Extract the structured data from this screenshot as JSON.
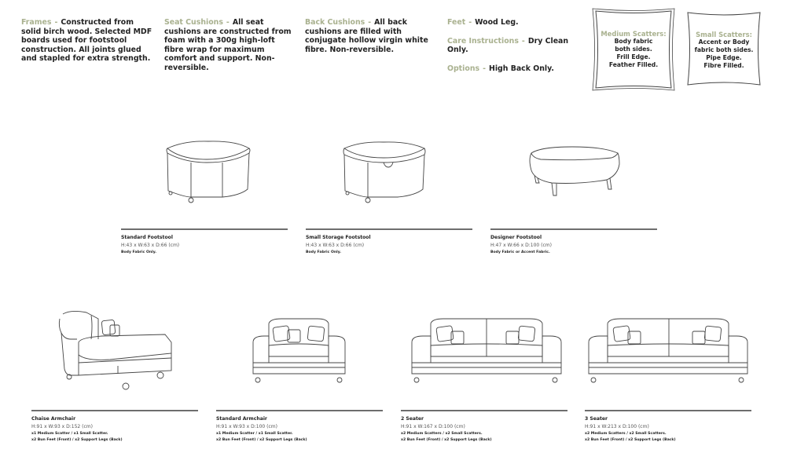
{
  "specs": {
    "frames": {
      "label": "Frames",
      "text": "Constructed from solid birch wood. Selected MDF boards used for footstool construction. All joints glued and stapled for extra strength."
    },
    "seat": {
      "label": "Seat Cushions",
      "text": "All seat cushions are constructed from foam with a 300g high-loft fibre wrap for maximum comfort and support. Non-reversible."
    },
    "back": {
      "label": "Back Cushions",
      "text": "All back cushions are filled with conjugate hollow virgin white fibre. Non-reversible."
    },
    "feet": {
      "label": "Feet",
      "text": "Wood Leg."
    },
    "care": {
      "label": "Care Instructions",
      "text": "Dry Clean Only."
    },
    "options": {
      "label": "Options",
      "text": "High Back Only."
    },
    "separator": "-"
  },
  "scatters": [
    {
      "title": "Medium Scatters:",
      "lines": [
        "Body fabric",
        "both sides.",
        "Frill Edge.",
        "Feather Filled."
      ]
    },
    {
      "title": "Small Scatters:",
      "lines": [
        "Accent or Body",
        "fabric both sides.",
        "Pipe Edge.",
        "Fibre Filled."
      ]
    }
  ],
  "footstools": [
    {
      "name": "Standard Footstool",
      "dims": "H:43 x W:63 x D:66 (cm)",
      "note": "Body Fabric Only."
    },
    {
      "name": "Small Storage Footstool",
      "dims": "H:43 x W:63 x D:66 (cm)",
      "note": "Body Fabric Only."
    },
    {
      "name": "Designer Footstool",
      "dims": "H:47 x W:66 x D:100 (cm)",
      "note": "Body Fabric or Accent Fabric."
    }
  ],
  "sofas": [
    {
      "name": "Chaise Armchair",
      "dims": "H:91 x W:93 x D:152 (cm)",
      "note1": "x1 Medium Scatter / x1 Small Scatter.",
      "note2": "x2 Bun Feet (Front) / x2 Support Legs (Back)"
    },
    {
      "name": "Standard Armchair",
      "dims": "H:91 x W:93 x D:100 (cm)",
      "note1": "x1 Medium Scatter / x1 Small Scatter.",
      "note2": "x2 Bun Feet (Front) / x2 Support Legs (Back)"
    },
    {
      "name": "2 Seater",
      "dims": "H:91 x W:167 x D:100 (cm)",
      "note1": "x2 Medium Scatters / x2 Small Scatters.",
      "note2": "x2 Bun Feet (Front) / x2 Support Legs (Back)"
    },
    {
      "name": "3 Seater",
      "dims": "H:91 x W:213 x D:100 (cm)",
      "note1": "x2 Medium Scatters / x2 Small Scatters.",
      "note2": "x2 Bun Feet (Front) / x2 Support Legs (Back)"
    }
  ]
}
